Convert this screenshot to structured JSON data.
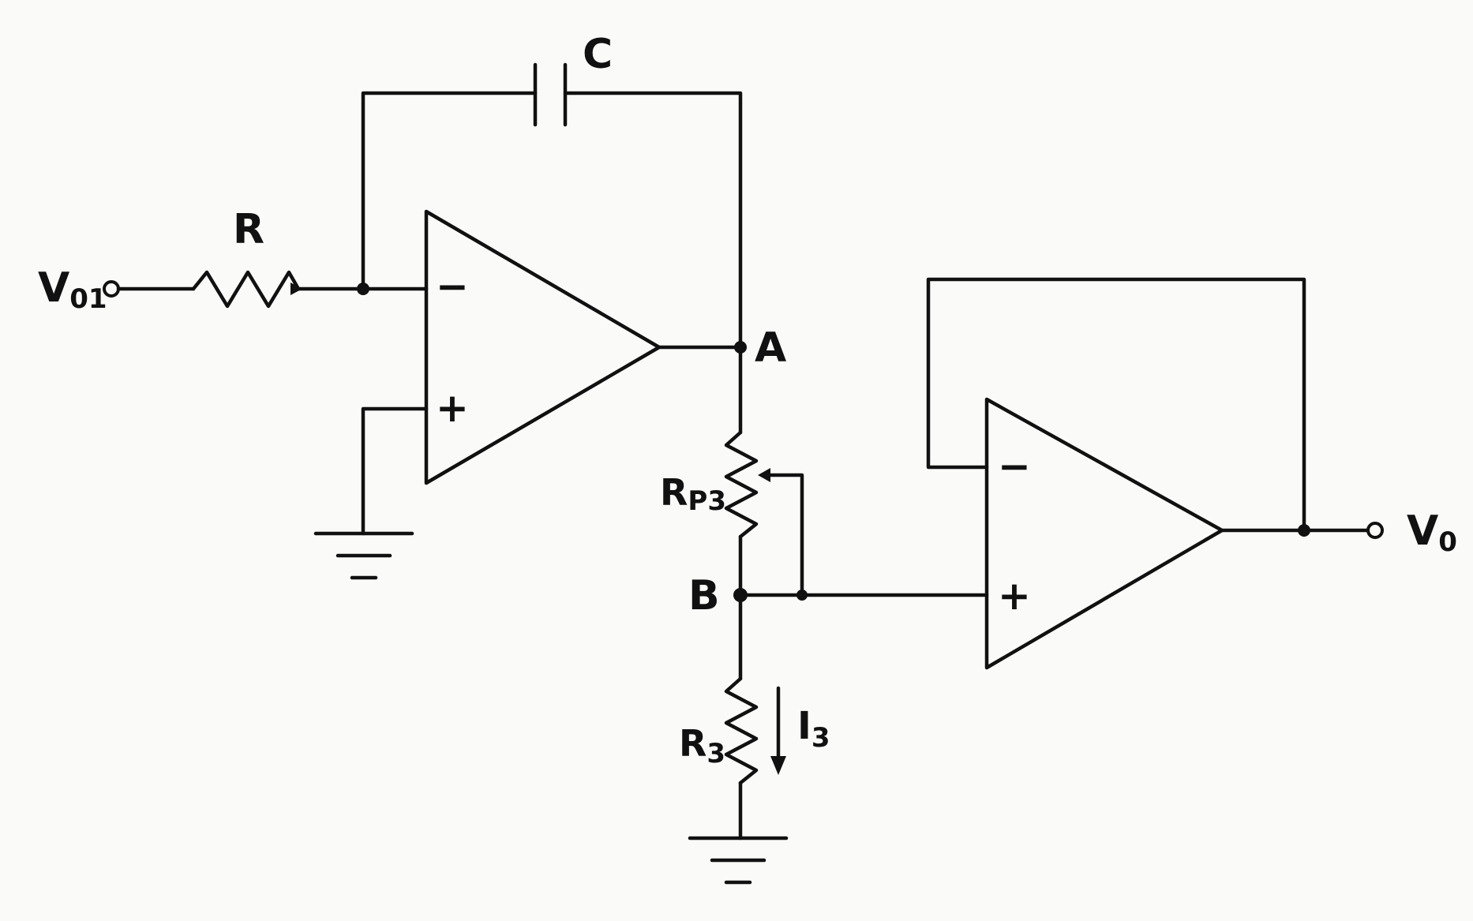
{
  "components": {
    "capacitor": {
      "label": "C"
    },
    "input_resistor": {
      "label": "R"
    },
    "pot": {
      "label": "R",
      "sub": "P3"
    },
    "bottom_resistor": {
      "label": "R",
      "sub": "3"
    },
    "current": {
      "label": "I",
      "sub": "3"
    }
  },
  "terminals": {
    "input": {
      "label": "V",
      "sub": "01"
    },
    "output": {
      "label": "V",
      "sub": "0"
    }
  },
  "nodes": {
    "a": "A",
    "b": "B"
  },
  "opamps": {
    "minus_sign": "−",
    "plus_sign": "+"
  }
}
